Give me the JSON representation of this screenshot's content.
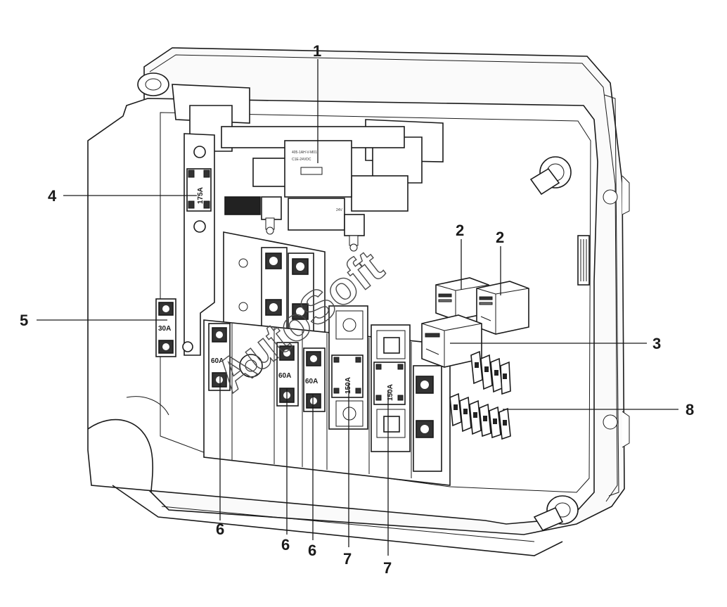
{
  "figure": {
    "watermark": "AutoSoft",
    "callouts": [
      {
        "id": "c1",
        "label": "1"
      },
      {
        "id": "c2a",
        "label": "2"
      },
      {
        "id": "c2b",
        "label": "2"
      },
      {
        "id": "c3",
        "label": "3"
      },
      {
        "id": "c4",
        "label": "4"
      },
      {
        "id": "c5",
        "label": "5"
      },
      {
        "id": "c6a",
        "label": "6"
      },
      {
        "id": "c6b",
        "label": "6"
      },
      {
        "id": "c6c",
        "label": "6"
      },
      {
        "id": "c7a",
        "label": "7"
      },
      {
        "id": "c7b",
        "label": "7"
      },
      {
        "id": "c8",
        "label": "8"
      }
    ],
    "fuse_ratings": {
      "top_strip": "175A",
      "left_fuse": "30A",
      "fuse_a": "60A",
      "fuse_b": "60A",
      "fuse_c": "60A",
      "fuse_d": "150A",
      "fuse_e": "150A"
    },
    "main_relay_text": [
      "405-1AH-V-M01",
      "C1E-24VDC"
    ],
    "small_relay_text": "24V"
  }
}
